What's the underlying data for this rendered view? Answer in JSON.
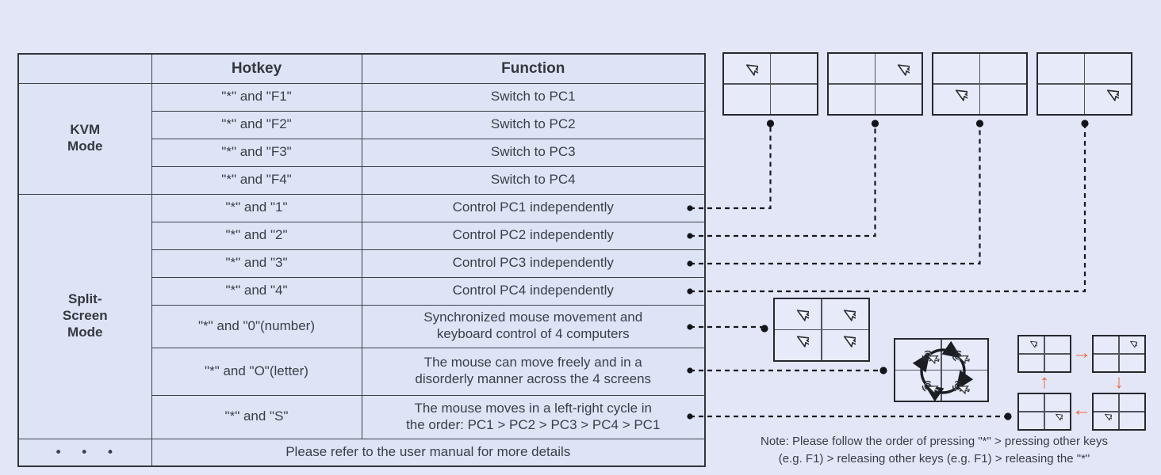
{
  "table": {
    "headers": {
      "mode": "",
      "hotkey": "Hotkey",
      "function": "Function"
    },
    "modes": {
      "kvm": "KVM\nMode",
      "split": "Split-\nScreen\nMode"
    },
    "rows": [
      {
        "hotkey": "\"*\" and \"F1\"",
        "function": "Switch to PC1"
      },
      {
        "hotkey": "\"*\" and \"F2\"",
        "function": "Switch to PC2"
      },
      {
        "hotkey": "\"*\" and \"F3\"",
        "function": "Switch to PC3"
      },
      {
        "hotkey": "\"*\" and \"F4\"",
        "function": "Switch to PC4"
      },
      {
        "hotkey": "\"*\" and \"1\"",
        "function": "Control PC1 independently"
      },
      {
        "hotkey": "\"*\" and \"2\"",
        "function": "Control PC2 independently"
      },
      {
        "hotkey": "\"*\" and \"3\"",
        "function": "Control PC3 independently"
      },
      {
        "hotkey": "\"*\" and \"4\"",
        "function": "Control PC4 independently"
      },
      {
        "hotkey": "\"*\" and \"0\"(number)",
        "function": "Synchronized mouse movement and\nkeyboard control of 4 computers"
      },
      {
        "hotkey": "\"*\" and \"O\"(letter)",
        "function": "The mouse can move freely and in a\ndisorderly manner across the 4 screens"
      },
      {
        "hotkey": "\"*\" and \"S\"",
        "function": "The mouse moves in a left-right cycle in\nthe order: PC1 > PC2 > PC3 > PC4 > PC1"
      }
    ],
    "footer": {
      "dots": "• • •",
      "text": "Please refer to the user manual for more details"
    }
  },
  "note": {
    "text": "Note: Please follow the order of pressing \"*\" > pressing other keys\n(e.g. F1) > releasing other keys (e.g. F1) > releasing the \"*\""
  },
  "cycle_arrows": {
    "right": "→",
    "down": "↓",
    "left": "←",
    "up": "↑"
  },
  "icons": {
    "mouse-cursor-icon": "outlined pointer arrow",
    "click-cursor-icon": "pointer arrow with ripple rings",
    "rotation-arrows-icon": "clockwise circular arrows"
  },
  "colors": {
    "background": "#e2e6f7",
    "cell_fill": "#dde4f6",
    "border_dark": "#33363d",
    "text": "#3a3f47",
    "connector": "#17191e",
    "accent_orange": "#f2683c"
  }
}
